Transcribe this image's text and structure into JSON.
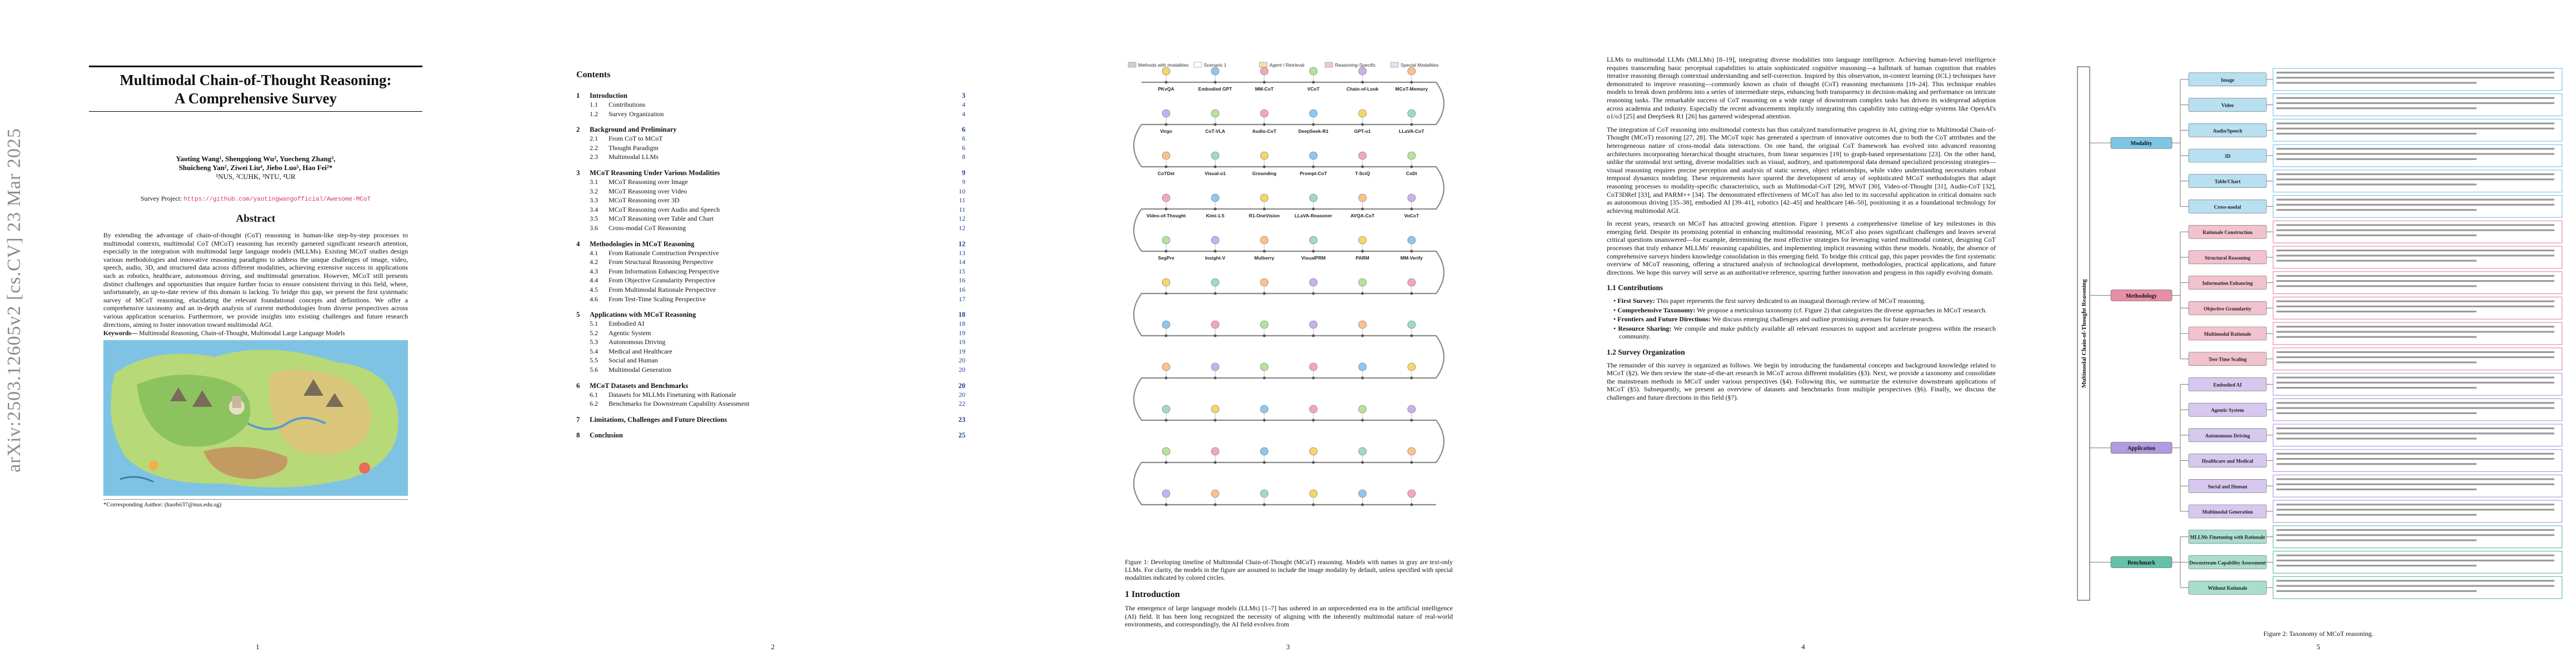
{
  "page1": {
    "arxiv": "arXiv:2503.12605v2  [cs.CV]  23 Mar 2025",
    "title": "Multimodal Chain-of-Thought Reasoning:\nA Comprehensive Survey",
    "authors_line1": "Yaoting Wang¹, Shengqiong Wu², Yuecheng Zhang³,",
    "authors_line2": "Shuicheng Yan², Ziwei Liu⁴, Jiebo Luo⁵, Hao Fei²*",
    "affiliations": "¹NUS, ²CUHK, ³NTU, ⁴UR",
    "survey_label": "Survey Project:",
    "survey_link": "https://github.com/yaotingwangofficial/Awesome-MCoT",
    "abstract_heading": "Abstract",
    "abstract": "By extending the advantage of chain-of-thought (CoT) reasoning in human-like step-by-step processes to multimodal contexts, multimodal CoT (MCoT) reasoning has recently garnered significant research attention, especially in the integration with multimodal large language models (MLLMs). Existing MCoT studies design various methodologies and innovative reasoning paradigms to address the unique challenges of image, video, speech, audio, 3D, and structured data across different modalities, achieving extensive success in applications such as robotics, healthcare, autonomous driving, and multimodal generation. However, MCoT still presents distinct challenges and opportunities that require further focus to ensure consistent thriving in this field, where, unfortunately, an up-to-date review of this domain is lacking. To bridge this gap, we present the first systematic survey of MCoT reasoning, elucidating the relevant foundational concepts and definitions. We offer a comprehensive taxonomy and an in-depth analysis of current methodologies from diverse perspectives across various application scenarios. Furthermore, we provide insights into existing challenges and future research directions, aiming to foster innovation toward multimodal AGI.",
    "keywords_label": "Keywords—",
    "keywords": "Multimodal Reasoning, Chain-of-Thought, Multimodal Large Language Models",
    "footnote": "*Corresponding Author: (haofei37@nus.edu.sg)",
    "page_number": "1"
  },
  "page2": {
    "heading": "Contents",
    "sections": [
      {
        "num": "1",
        "title": "Introduction",
        "page": "3",
        "subs": [
          {
            "num": "1.1",
            "title": "Contributions",
            "page": "4"
          },
          {
            "num": "1.2",
            "title": "Survey Organization",
            "page": "4"
          }
        ]
      },
      {
        "num": "2",
        "title": "Background and Preliminary",
        "page": "6",
        "subs": [
          {
            "num": "2.1",
            "title": "From CoT to MCoT",
            "page": "6"
          },
          {
            "num": "2.2",
            "title": "Thought Paradigm",
            "page": "6"
          },
          {
            "num": "2.3",
            "title": "Multimodal LLMs",
            "page": "8"
          }
        ]
      },
      {
        "num": "3",
        "title": "MCoT Reasoning Under Various Modalities",
        "page": "9",
        "subs": [
          {
            "num": "3.1",
            "title": "MCoT Reasoning over Image",
            "page": "9"
          },
          {
            "num": "3.2",
            "title": "MCoT Reasoning over Video",
            "page": "10"
          },
          {
            "num": "3.3",
            "title": "MCoT Reasoning over 3D",
            "page": "11"
          },
          {
            "num": "3.4",
            "title": "MCoT Reasoning over Audio and Speech",
            "page": "11"
          },
          {
            "num": "3.5",
            "title": "MCoT Reasoning over Table and Chart",
            "page": "12"
          },
          {
            "num": "3.6",
            "title": "Cross-modal CoT Reasoning",
            "page": "12"
          }
        ]
      },
      {
        "num": "4",
        "title": "Methodologies in MCoT Reasoning",
        "page": "12",
        "subs": [
          {
            "num": "4.1",
            "title": "From Rationale Construction Perspective",
            "page": "13"
          },
          {
            "num": "4.2",
            "title": "From Structural Reasoning Perspective",
            "page": "14"
          },
          {
            "num": "4.3",
            "title": "From Information Enhancing Perspective",
            "page": "15"
          },
          {
            "num": "4.4",
            "title": "From Objective Granularity Perspective",
            "page": "16"
          },
          {
            "num": "4.5",
            "title": "From Multimodal Rationale Perspective",
            "page": "16"
          },
          {
            "num": "4.6",
            "title": "From Test-Time Scaling Perspective",
            "page": "17"
          }
        ]
      },
      {
        "num": "5",
        "title": "Applications with MCoT Reasoning",
        "page": "18",
        "subs": [
          {
            "num": "5.1",
            "title": "Embodied AI",
            "page": "18"
          },
          {
            "num": "5.2",
            "title": "Agentic System",
            "page": "19"
          },
          {
            "num": "5.3",
            "title": "Autonomous Driving",
            "page": "19"
          },
          {
            "num": "5.4",
            "title": "Medical and Healthcare",
            "page": "19"
          },
          {
            "num": "5.5",
            "title": "Social and Human",
            "page": "20"
          },
          {
            "num": "5.6",
            "title": "Multimodal Generation",
            "page": "20"
          }
        ]
      },
      {
        "num": "6",
        "title": "MCoT Datasets and Benchmarks",
        "page": "20",
        "subs": [
          {
            "num": "6.1",
            "title": "Datasets for MLLMs Finetuning with Rationale",
            "page": "20"
          },
          {
            "num": "6.2",
            "title": "Benchmarks for Downstream Capability Assessment",
            "page": "22"
          }
        ]
      },
      {
        "num": "7",
        "title": "Limitations, Challenges and Future Directions",
        "page": "23",
        "subs": []
      },
      {
        "num": "8",
        "title": "Conclusion",
        "page": "25",
        "subs": []
      }
    ],
    "page_number": "2"
  },
  "page3": {
    "legend": [
      "Methods with modalities",
      "Scenario 1",
      "Agent / Retrieval",
      "Reasoning-Specific",
      "Special Modalities"
    ],
    "nodes": [
      "PKvQA",
      "Embodied GPT",
      "MM-CoT",
      "VCoT",
      "Chain-of-Look",
      "MCoT-Memory",
      "LLaVA-CoT",
      "GPT-o1",
      "DeepSeek-R1",
      "Audio-CoT",
      "CoT-VLA",
      "Virgo",
      "CoTDet",
      "Visual-o1",
      "Grounding",
      "Prompt-CoT",
      "T-SciQ",
      "CoDi",
      "VoCoT",
      "AVQA-CoT",
      "LLaVA-Reasoner",
      "R1-OneVision",
      "Kimi-1.5",
      "Video-of-Thought",
      "SegPre",
      "Insight-V",
      "Mulberry",
      "VisualPRM",
      "PARM",
      "MM-Verify"
    ],
    "caption": "Figure 1: Developing timeline of Multimodal Chain-of-Thought (MCoT) reasoning. Models with names in gray are text-only LLMs. For clarity, the models in the figure are assumed to include the image modality by default, unless specified with special modalities indicated by colored circles.",
    "section_heading": "1   Introduction",
    "intro": "The emergence of large language models (LLMs) [1–7] has ushered in an unprecedented era in the artificial intelligence (AI) field. It has been long recognized the necessity of aligning with the inherently multimodal nature of real-world environments, and correspondingly, the AI field evolves from",
    "page_number": "3"
  },
  "page4": {
    "p1": "LLMs to multimodal LLMs (MLLMs) [8–19], integrating diverse modalities into language intelligence. Achieving human-level intelligence requires transcending basic perceptual capabilities to attain sophisticated cognitive reasoning—a hallmark of human cognition that enables iterative reasoning through contextual understanding and self-correction. Inspired by this observation, in-context learning (ICL) techniques have demonstrated to improve reasoning—commonly known as chain of thought (CoT) reasoning mechanisms [19–24]. This technique enables models to break down problems into a series of intermediate steps, enhancing both transparency in decision-making and performance on intricate reasoning tasks. The remarkable success of CoT reasoning on a wide range of downstream complex tasks has driven its widespread adoption across academia and industry. Especially the recent advancements implicitly integrating this capability into cutting-edge systems like OpenAI's o1/o3 [25] and DeepSeek R1 [26] has garnered widespread attention.",
    "p2": "The integration of CoT reasoning into multimodal contexts has thus catalyzed transformative progress in AI, giving rise to Multimodal Chain-of-Thought (MCoT) reasoning [27, 28]. The MCoT topic has generated a spectrum of innovative outcomes due to both the CoT attributes and the heterogeneous nature of cross-modal data interactions. On one hand, the original CoT framework has evolved into advanced reasoning architectures incorporating hierarchical thought structures, from linear sequences [19] to graph-based representations [23]. On the other hand, unlike the unimodal text setting, diverse modalities such as visual, auditory, and spatiotemporal data demand specialized processing strategies—visual reasoning requires precise perception and analysis of static scenes, object relationships, while video understanding necessitates robust temporal dynamics modeling. These requirements have spurred the development of array of sophisticated MCoT methodologies that adapt reasoning processes to modality-specific characteristics, such as Multimodal-CoT [29], MVoT [30], Video-of-Thought [31], Audio-CoT [32], CoT3DRef [33], and PARM++ [34]. The demonstrated effectiveness of MCoT has also led to its successful application in critical domains such as autonomous driving [35–38], embodied AI [39–41], robotics [42–45] and healthcare [46–50], positioning it as a foundational technology for achieving multimodal AGI.",
    "p3": "In recent years, research on MCoT has attracted growing attention. Figure 1 presents a comprehensive timeline of key milestones in this emerging field. Despite its promising potential in enhancing multimodal reasoning, MCoT also poses significant challenges and leaves several critical questions unanswered—for example, determining the most effective strategies for leveraging varied multimodal context, designing CoT processes that truly enhance MLLMs' reasoning capabilities, and implementing implicit reasoning within these models. Notably, the absence of comprehensive surveys hinders knowledge consolidation in this emerging field. To bridge this critical gap, this paper provides the first systematic overview of MCoT reasoning, offering a structured analysis of technological development, methodologies, practical applications, and future directions. We hope this survey will serve as an authoritative reference, spurring further innovation and progress in this rapidly evolving domain.",
    "h_contrib": "1.1   Contributions",
    "bullets": [
      {
        "k": "First Survey:",
        "v": "This paper represents the first survey dedicated to an inaugural thorough review of MCoT reasoning."
      },
      {
        "k": "Comprehensive Taxonomy:",
        "v": "We propose a meticulous taxonomy (cf. Figure 2) that categorizes the diverse approaches in MCoT research."
      },
      {
        "k": "Frontiers and Future Directions:",
        "v": "We discuss emerging challenges and outline promising avenues for future research."
      },
      {
        "k": "Resource Sharing:",
        "v": "We compile and make publicly available all relevant resources to support and accelerate progress within the research community."
      }
    ],
    "h_org": "1.2   Survey Organization",
    "p4": "The remainder of this survey is organized as follows. We begin by introducing the fundamental concepts and background knowledge related to MCoT (§2). We then review the state-of-the-art research in MCoT across different modalities (§3). Next, we provide a taxonomy and consolidate the mainstream methods in MCoT under various perspectives (§4). Following this, we summarize the extensive downstream applications of MCoT (§5). Subsequently, we present an overview of datasets and benchmarks from multiple perspectives (§6). Finally, we discuss the challenges and future directions in this field (§7).",
    "page_number": "4"
  },
  "page5": {
    "root": "Multimodal Chain-of-Thought Reasoning",
    "branches": [
      {
        "name": "Modality",
        "color": "#7ec6e6",
        "children": [
          "Image",
          "Video",
          "Audio/Speech",
          "3D",
          "Table/Chart",
          "Cross-modal"
        ]
      },
      {
        "name": "Methodology",
        "color": "#e78fa5",
        "children": [
          "Rationale Construction",
          "Structural Reasoning",
          "Information Enhancing",
          "Objective Granularity",
          "Multimodal Rationale",
          "Test-Time Scaling"
        ]
      },
      {
        "name": "Application",
        "color": "#b49ae0",
        "children": [
          "Embodied AI",
          "Agentic System",
          "Autonomous Driving",
          "Healthcare and Medical",
          "Social and Human",
          "Multimodal Generation"
        ]
      },
      {
        "name": "Benchmark",
        "color": "#63c2a8",
        "children": [
          "MLLMs Finetuning with Rationale",
          "Downstream Capability Assessment",
          "Without Rationale"
        ]
      }
    ],
    "caption": "Figure 2: Taxonomy of MCoT reasoning.",
    "page_number": "5"
  }
}
